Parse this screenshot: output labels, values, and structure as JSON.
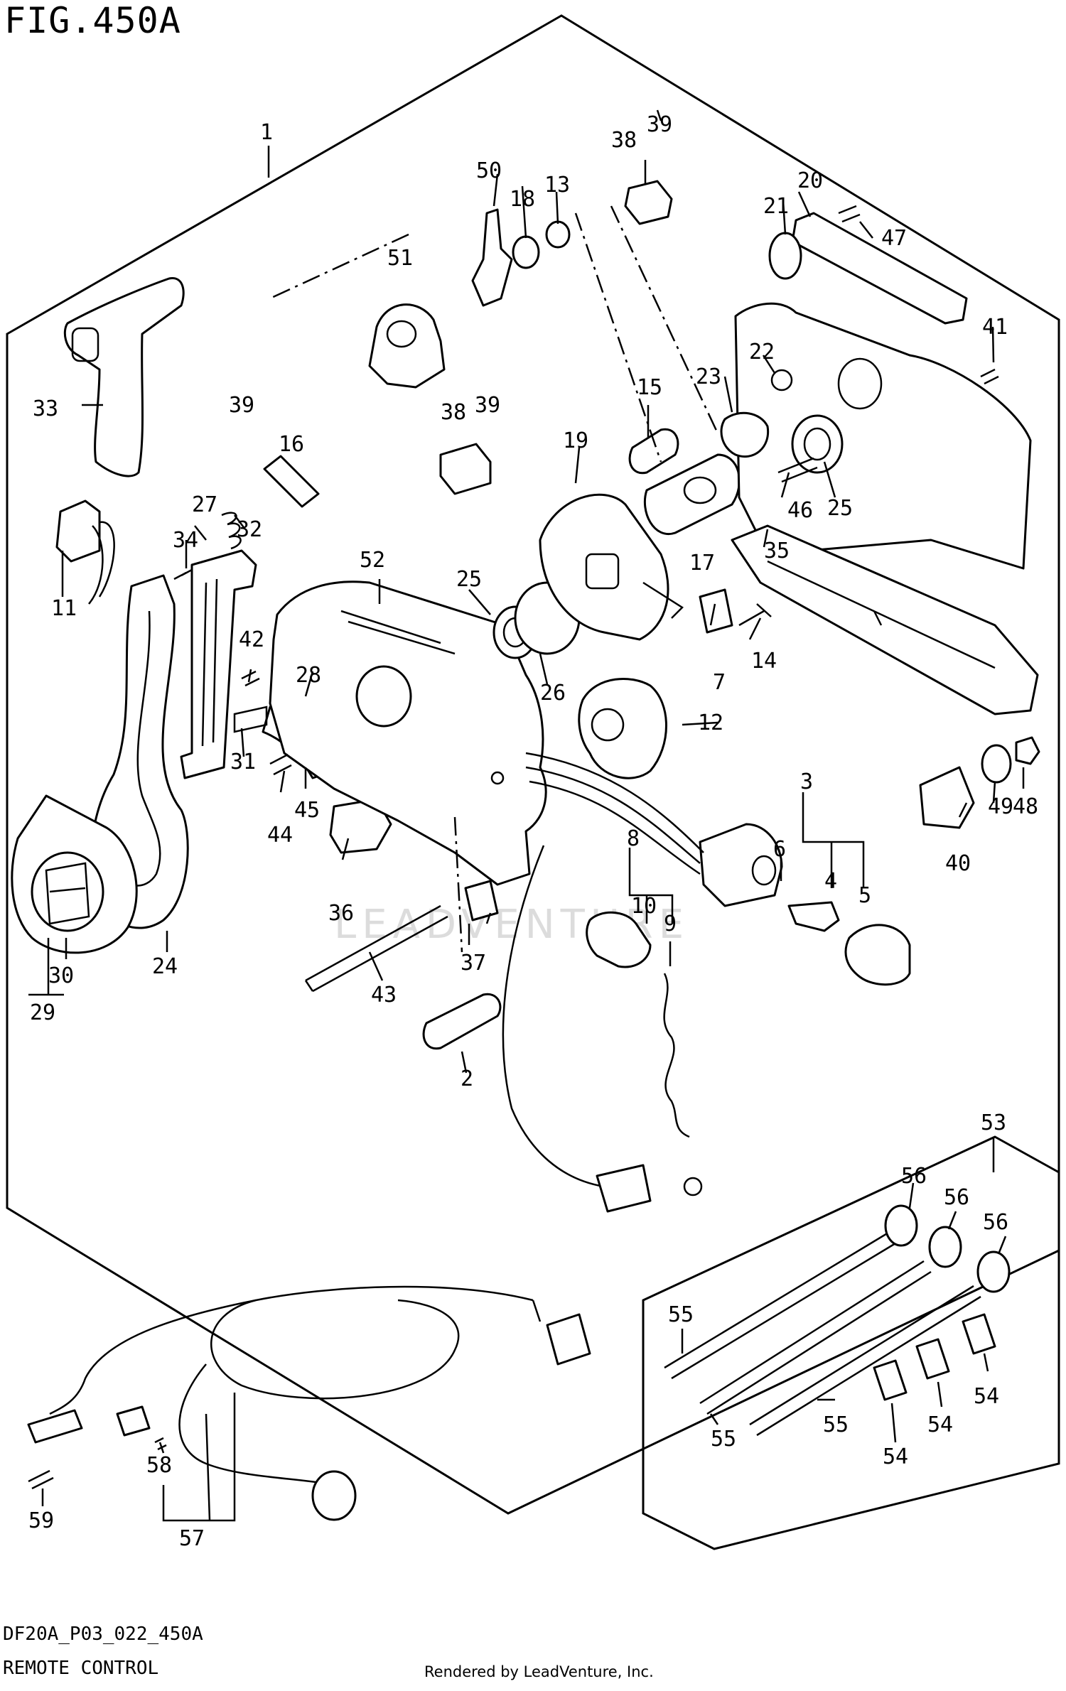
{
  "header": {
    "figure": "FIG.450A"
  },
  "footer": {
    "code": "DF20A_P03_022_450A",
    "name": "REMOTE CONTROL",
    "credit": "Rendered by LeadVenture, Inc."
  },
  "watermark": "LEADVENTURE",
  "colors": {
    "ink": "#000000",
    "paper": "#ffffff",
    "watermark": "#dcdcdc"
  },
  "callouts": [
    {
      "id": "1",
      "label": "1"
    },
    {
      "id": "2",
      "label": "2"
    },
    {
      "id": "3",
      "label": "3"
    },
    {
      "id": "4",
      "label": "4"
    },
    {
      "id": "5",
      "label": "5"
    },
    {
      "id": "6",
      "label": "6"
    },
    {
      "id": "7",
      "label": "7"
    },
    {
      "id": "8",
      "label": "8"
    },
    {
      "id": "9",
      "label": "9"
    },
    {
      "id": "10",
      "label": "10"
    },
    {
      "id": "11",
      "label": "11"
    },
    {
      "id": "12",
      "label": "12"
    },
    {
      "id": "13",
      "label": "13"
    },
    {
      "id": "14",
      "label": "14"
    },
    {
      "id": "15",
      "label": "15"
    },
    {
      "id": "16",
      "label": "16"
    },
    {
      "id": "17",
      "label": "17"
    },
    {
      "id": "18",
      "label": "18"
    },
    {
      "id": "19",
      "label": "19"
    },
    {
      "id": "20",
      "label": "20"
    },
    {
      "id": "21",
      "label": "21"
    },
    {
      "id": "22",
      "label": "22"
    },
    {
      "id": "23",
      "label": "23"
    },
    {
      "id": "24",
      "label": "24"
    },
    {
      "id": "25a",
      "label": "25"
    },
    {
      "id": "25b",
      "label": "25"
    },
    {
      "id": "26",
      "label": "26"
    },
    {
      "id": "27",
      "label": "27"
    },
    {
      "id": "28",
      "label": "28"
    },
    {
      "id": "29",
      "label": "29"
    },
    {
      "id": "30",
      "label": "30"
    },
    {
      "id": "31",
      "label": "31"
    },
    {
      "id": "32",
      "label": "32"
    },
    {
      "id": "33",
      "label": "33"
    },
    {
      "id": "34",
      "label": "34"
    },
    {
      "id": "35",
      "label": "35"
    },
    {
      "id": "36",
      "label": "36"
    },
    {
      "id": "37",
      "label": "37"
    },
    {
      "id": "38a",
      "label": "38"
    },
    {
      "id": "38b",
      "label": "38"
    },
    {
      "id": "39a",
      "label": "39"
    },
    {
      "id": "39b",
      "label": "39"
    },
    {
      "id": "39c",
      "label": "39"
    },
    {
      "id": "40",
      "label": "40"
    },
    {
      "id": "41",
      "label": "41"
    },
    {
      "id": "42",
      "label": "42"
    },
    {
      "id": "43",
      "label": "43"
    },
    {
      "id": "44",
      "label": "44"
    },
    {
      "id": "45",
      "label": "45"
    },
    {
      "id": "46",
      "label": "46"
    },
    {
      "id": "47",
      "label": "47"
    },
    {
      "id": "48",
      "label": "48"
    },
    {
      "id": "49",
      "label": "49"
    },
    {
      "id": "50",
      "label": "50"
    },
    {
      "id": "51",
      "label": "51"
    },
    {
      "id": "52",
      "label": "52"
    },
    {
      "id": "53",
      "label": "53"
    },
    {
      "id": "54a",
      "label": "54"
    },
    {
      "id": "54b",
      "label": "54"
    },
    {
      "id": "54c",
      "label": "54"
    },
    {
      "id": "55a",
      "label": "55"
    },
    {
      "id": "55b",
      "label": "55"
    },
    {
      "id": "55c",
      "label": "55"
    },
    {
      "id": "56a",
      "label": "56"
    },
    {
      "id": "56b",
      "label": "56"
    },
    {
      "id": "56c",
      "label": "56"
    },
    {
      "id": "57",
      "label": "57"
    },
    {
      "id": "58",
      "label": "58"
    },
    {
      "id": "59",
      "label": "59"
    }
  ]
}
